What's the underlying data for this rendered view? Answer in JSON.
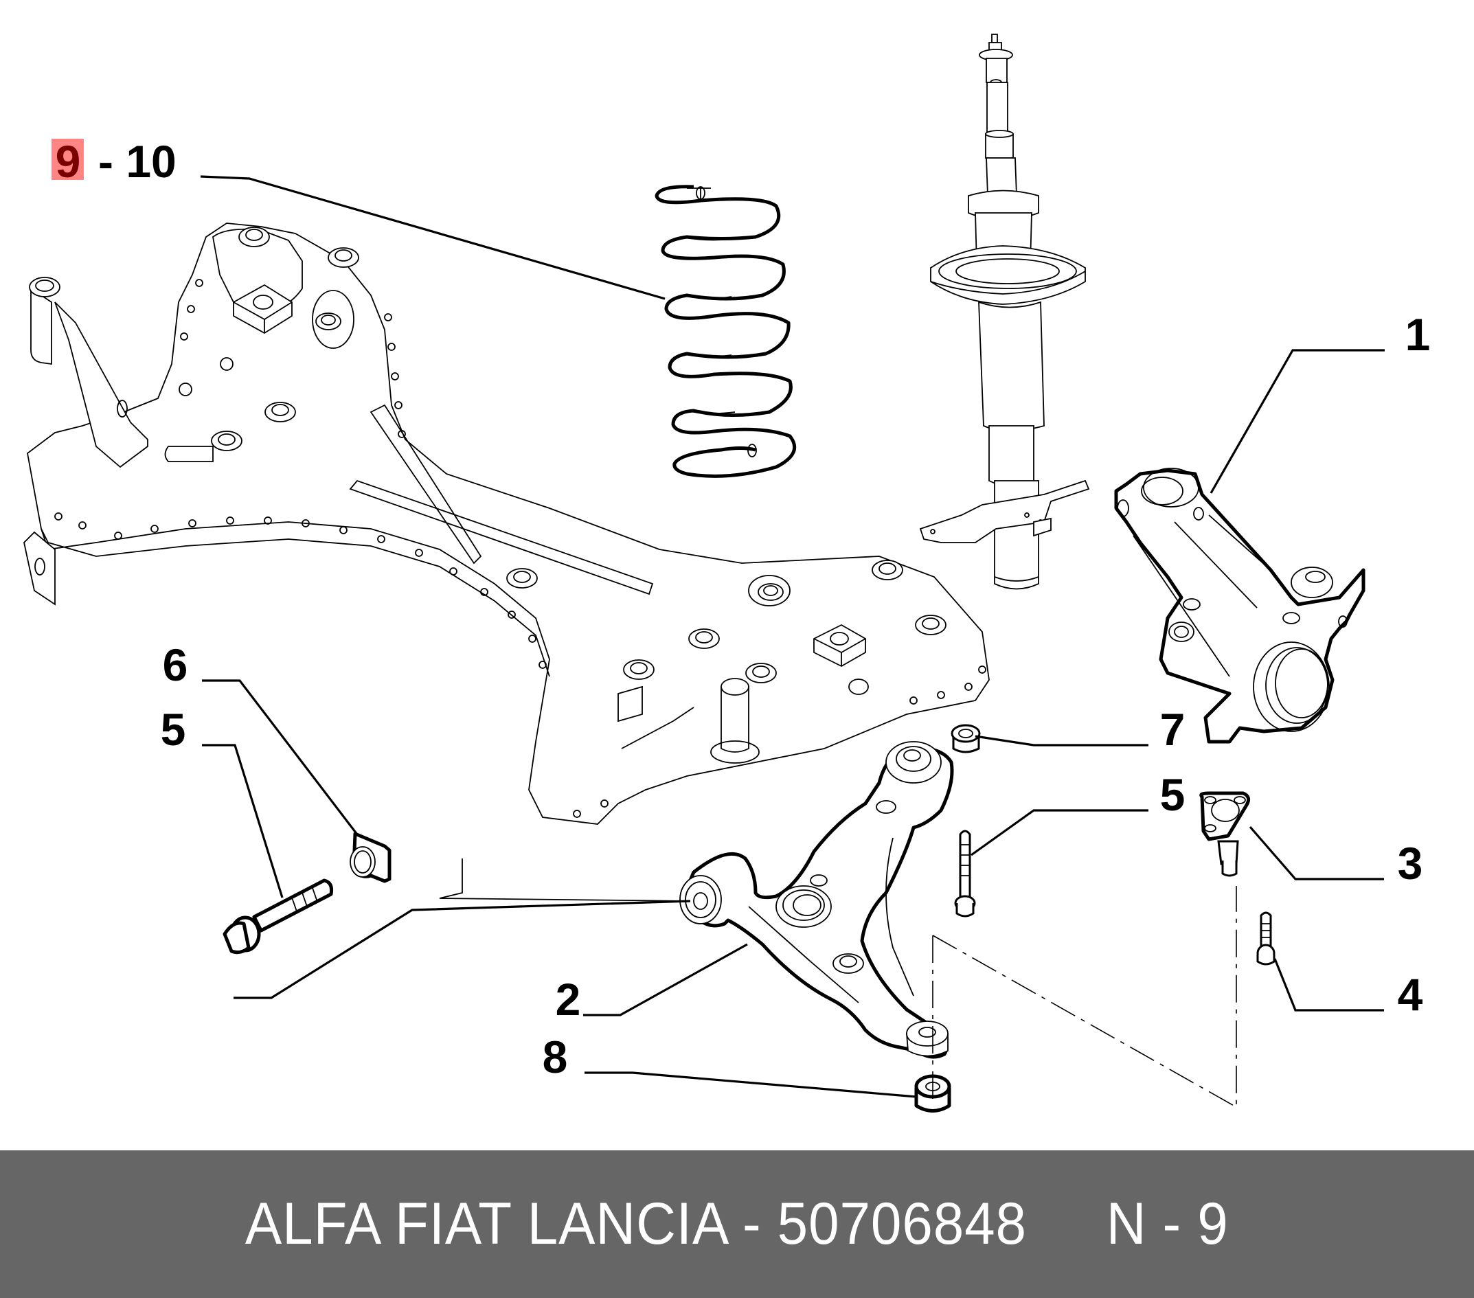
{
  "diagram": {
    "title": "Front suspension exploded parts diagram",
    "callouts": {
      "spring_highlight": "9",
      "spring_rest": "- 10",
      "knuckle": "1",
      "nut": "7",
      "bolt_right": "5",
      "ball_joint": "3",
      "ball_joint_bolt": "4",
      "bushing": "6",
      "bolt_left": "5",
      "control_arm": "2",
      "rear_bushing": "8"
    },
    "highlight_color": "#ff8585",
    "highlight_text_color": "#7a0000"
  },
  "footer": {
    "text": "ALFA FIAT LANCIA - 50706848     N - 9",
    "background": "#666666",
    "text_color": "#ffffff"
  }
}
